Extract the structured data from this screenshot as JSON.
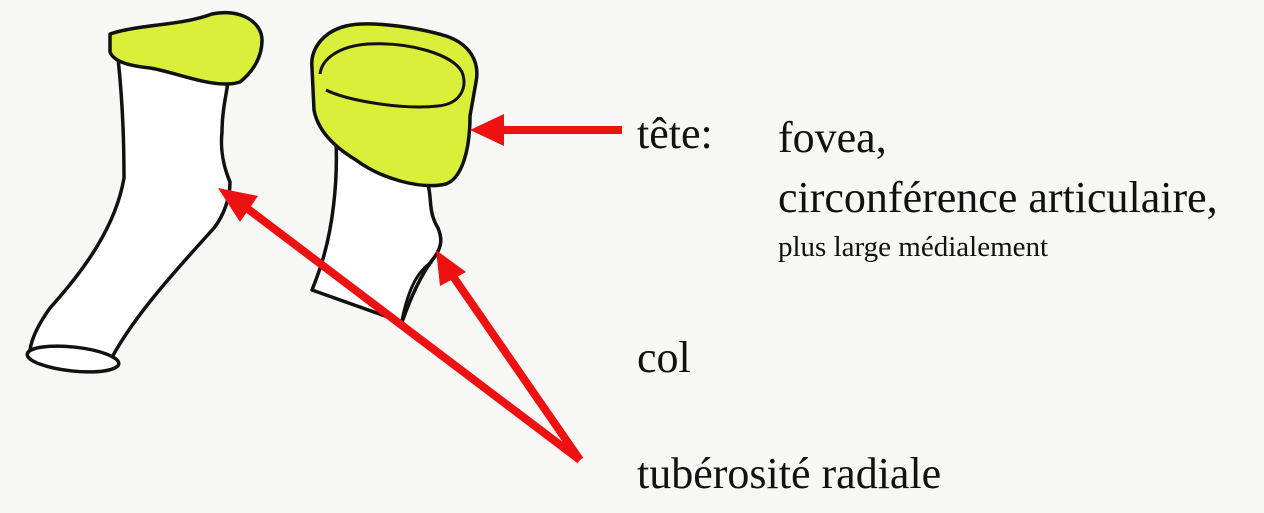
{
  "labels": {
    "tete": "tête:",
    "fovea": "fovea,",
    "circonference": "circonférence articulaire,",
    "plus_large": "plus large médialement",
    "col": "col",
    "tuberosite": "tubérosité radiale"
  },
  "colors": {
    "background": "#f7f7f5",
    "articular_surface": "#d9ef3a",
    "bone": "#ffffff",
    "outline": "#111111",
    "arrow": "#ee1111"
  }
}
